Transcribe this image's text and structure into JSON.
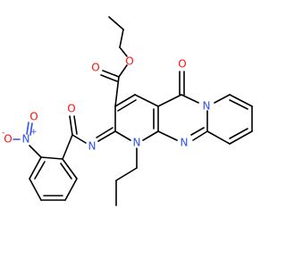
{
  "colors": {
    "bond": "#000000",
    "oxygen": "#ff0d0d",
    "nitrogen": "#3050f8",
    "background": "#ffffff"
  },
  "atoms": {
    "o_ester_carbonyl": "O",
    "o_ester_ether": "O",
    "o_ring_ketone": "O",
    "n_pyrido": "N",
    "n_imine": "N",
    "n_ring_propyl": "N",
    "n_ring_bridge": "N",
    "o_amide": "O",
    "n_nitro": "N",
    "n_nitro_charge": "+",
    "o_nitro_upper": "O",
    "o_nitro_left": "O",
    "o_nitro_left_charge": "-"
  }
}
